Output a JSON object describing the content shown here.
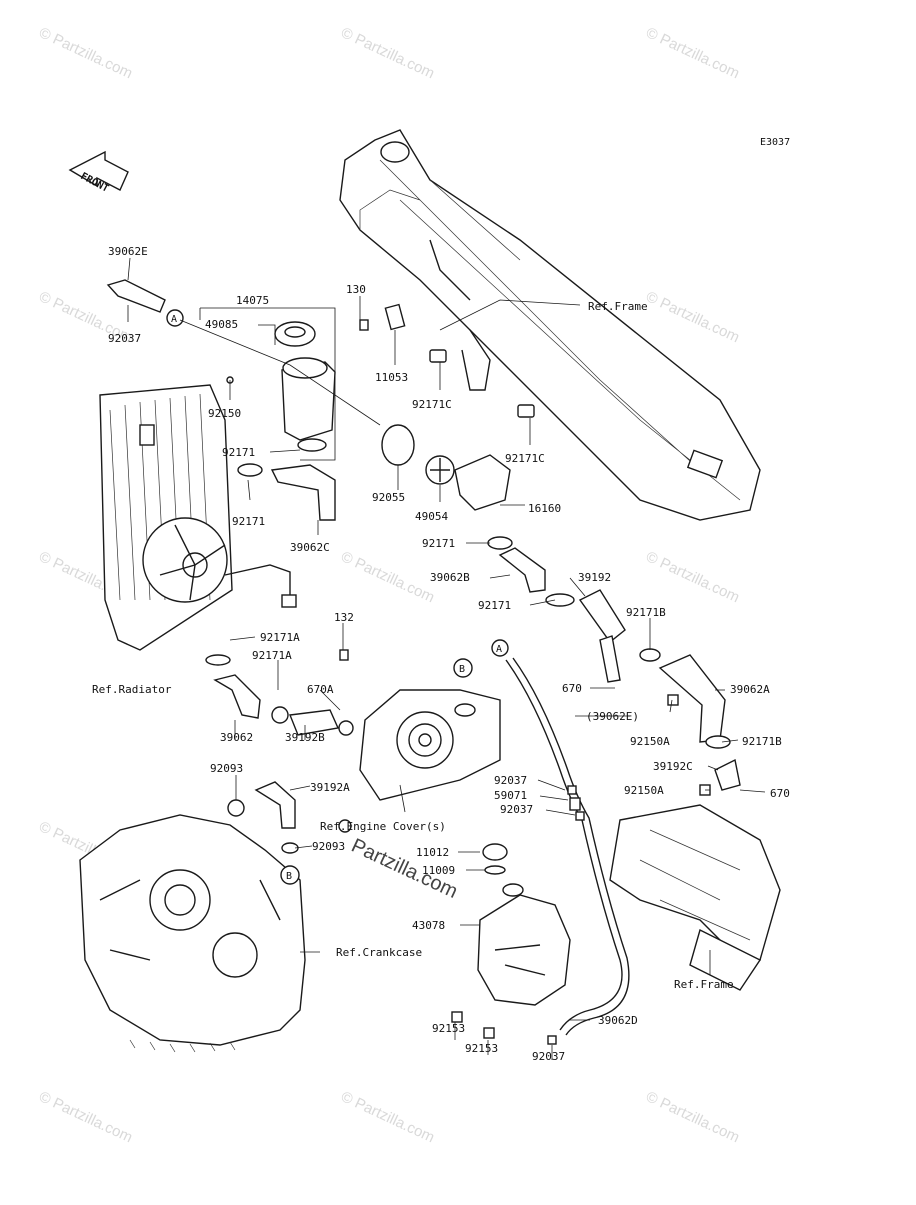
{
  "diagram_code": "E3037",
  "front_label": "FRONT",
  "watermark": "© Partzilla.com",
  "center_watermark": "Partzilla.com",
  "markers": {
    "a": "A",
    "b": "B"
  },
  "labels": [
    {
      "id": "lbl-39062e",
      "text": "39062E"
    },
    {
      "id": "lbl-92037-a",
      "text": "92037"
    },
    {
      "id": "lbl-14075",
      "text": "14075"
    },
    {
      "id": "lbl-49085",
      "text": "49085"
    },
    {
      "id": "lbl-130",
      "text": "130"
    },
    {
      "id": "lbl-11053",
      "text": "11053"
    },
    {
      "id": "lbl-92171c-a",
      "text": "92171C"
    },
    {
      "id": "lbl-92171c-b",
      "text": "92171C"
    },
    {
      "id": "lbl-ref-frame-a",
      "text": "Ref.Frame"
    },
    {
      "id": "lbl-92150",
      "text": "92150"
    },
    {
      "id": "lbl-92171-a",
      "text": "92171"
    },
    {
      "id": "lbl-92171-b",
      "text": "92171"
    },
    {
      "id": "lbl-39062c",
      "text": "39062C"
    },
    {
      "id": "lbl-92055",
      "text": "92055"
    },
    {
      "id": "lbl-49054",
      "text": "49054"
    },
    {
      "id": "lbl-16160",
      "text": "16160"
    },
    {
      "id": "lbl-92171-c",
      "text": "92171"
    },
    {
      "id": "lbl-39062b",
      "text": "39062B"
    },
    {
      "id": "lbl-39192",
      "text": "39192"
    },
    {
      "id": "lbl-92171-d",
      "text": "92171"
    },
    {
      "id": "lbl-92171b-a",
      "text": "92171B"
    },
    {
      "id": "lbl-132",
      "text": "132"
    },
    {
      "id": "lbl-92171a-a",
      "text": "92171A"
    },
    {
      "id": "lbl-92171a-b",
      "text": "92171A"
    },
    {
      "id": "lbl-ref-radiator",
      "text": "Ref.Radiator"
    },
    {
      "id": "lbl-670a",
      "text": "670A"
    },
    {
      "id": "lbl-670-a",
      "text": "670"
    },
    {
      "id": "lbl-39062a",
      "text": "39062A"
    },
    {
      "id": "lbl-39062e-paren",
      "text": "(39062E)"
    },
    {
      "id": "lbl-39062",
      "text": "39062"
    },
    {
      "id": "lbl-39192b",
      "text": "39192B"
    },
    {
      "id": "lbl-92150a-a",
      "text": "92150A"
    },
    {
      "id": "lbl-92171b-b",
      "text": "92171B"
    },
    {
      "id": "lbl-92093-a",
      "text": "92093"
    },
    {
      "id": "lbl-39192a",
      "text": "39192A"
    },
    {
      "id": "lbl-92037-b",
      "text": "92037"
    },
    {
      "id": "lbl-59071",
      "text": "59071"
    },
    {
      "id": "lbl-92037-c",
      "text": "92037"
    },
    {
      "id": "lbl-39192c",
      "text": "39192C"
    },
    {
      "id": "lbl-92150a-b",
      "text": "92150A"
    },
    {
      "id": "lbl-670-b",
      "text": "670"
    },
    {
      "id": "lbl-ref-engine-cover",
      "text": "Ref.Engine Cover(s)"
    },
    {
      "id": "lbl-92093-b",
      "text": "92093"
    },
    {
      "id": "lbl-11012",
      "text": "11012"
    },
    {
      "id": "lbl-11009",
      "text": "11009"
    },
    {
      "id": "lbl-43078",
      "text": "43078"
    },
    {
      "id": "lbl-ref-crankcase",
      "text": "Ref.Crankcase"
    },
    {
      "id": "lbl-ref-frame-b",
      "text": "Ref.Frame"
    },
    {
      "id": "lbl-92153-a",
      "text": "92153"
    },
    {
      "id": "lbl-92153-b",
      "text": "92153"
    },
    {
      "id": "lbl-92037-d",
      "text": "92037"
    },
    {
      "id": "lbl-39062d",
      "text": "39062D"
    }
  ]
}
